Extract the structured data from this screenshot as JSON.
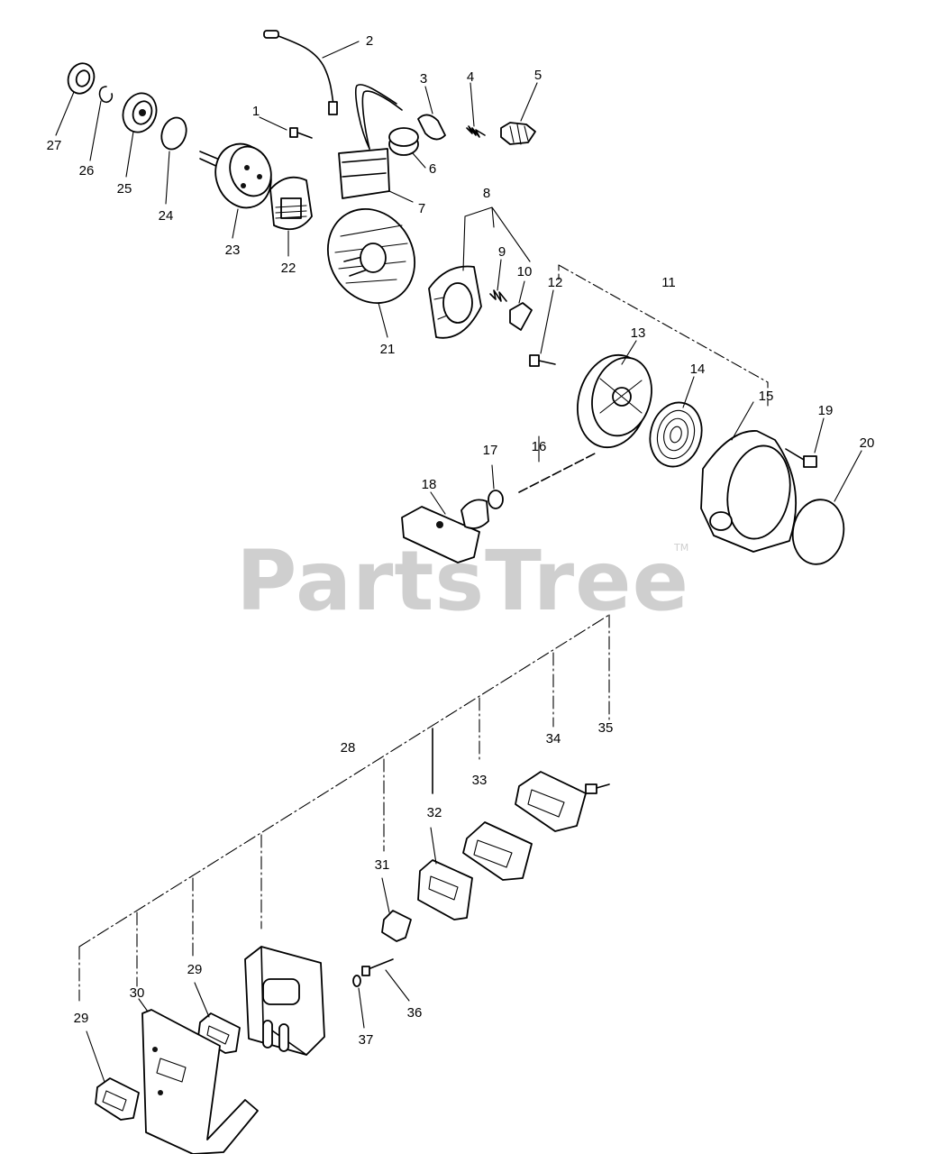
{
  "watermark": {
    "text": "PartsTree",
    "trademark": "TM"
  },
  "callouts": [
    "1",
    "2",
    "3",
    "4",
    "5",
    "6",
    "7",
    "8",
    "9",
    "10",
    "11",
    "12",
    "13",
    "14",
    "15",
    "16",
    "17",
    "18",
    "19",
    "20",
    "21",
    "22",
    "23",
    "24",
    "25",
    "26",
    "27",
    "28",
    "29",
    "30",
    "31",
    "32",
    "33",
    "34",
    "35",
    "36",
    "37"
  ]
}
